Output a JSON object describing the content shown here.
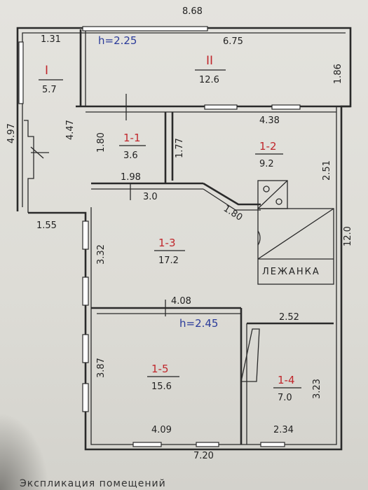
{
  "plan": {
    "dimensions": {
      "top_total": "8.68",
      "annex_top": "1.31",
      "room2_top": "6.75",
      "room2_right": "1.86",
      "annex_left": "4.97",
      "annex_inner": "4.47",
      "annex_bottom": "1.55",
      "r11_left": "1.80",
      "r11_bottom": "1.98",
      "r12_left": "1.77",
      "r12_top": "4.38",
      "r12_right": "2.51",
      "r13_top": "3.0",
      "diag": "1.80",
      "r13_left": "3.32",
      "right_total": "12.0",
      "r15_top": "4.08",
      "r14_top": "2.52",
      "r15_left": "3.87",
      "r14_right": "3.23",
      "r15_bottom": "4.09",
      "r14_bottom": "2.34",
      "bottom_total": "7.20"
    },
    "heights": {
      "upper": "h=2.25",
      "lower": "h=2.45"
    },
    "rooms": [
      {
        "label": "I",
        "area": "5.7"
      },
      {
        "label": "II",
        "area": "12.6"
      },
      {
        "label": "1-1",
        "area": "3.6"
      },
      {
        "label": "1-2",
        "area": "9.2"
      },
      {
        "label": "1-3",
        "area": "17.2"
      },
      {
        "label": "1-5",
        "area": "15.6"
      },
      {
        "label": "1-4",
        "area": "7.0"
      }
    ],
    "stove_label": "ЛЕЖАНКА"
  },
  "footer": "Экспликация помещений"
}
